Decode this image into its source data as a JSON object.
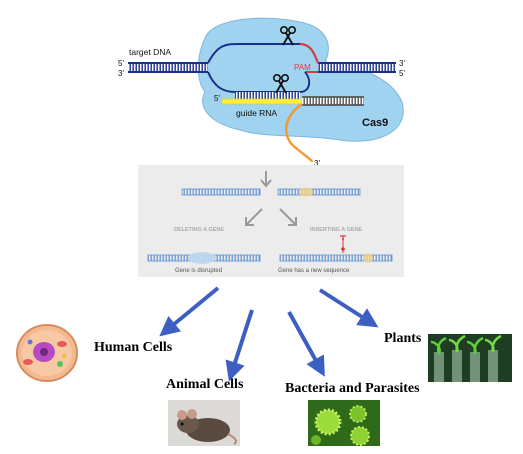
{
  "crispr": {
    "target_dna_label": "target DNA",
    "five_prime": "5'",
    "three_prime": "3'",
    "pam_label": "PAM",
    "guide_rna_label": "guide RNA",
    "cas9_label": "Cas9",
    "colors": {
      "cas9": "#9fd3f0",
      "dna": "#1b2f8a",
      "pam": "#e23a3a",
      "guide": "#ffef3a",
      "tail": "#f29a2e"
    }
  },
  "editing_panel": {
    "deleting_label": "DELETING A GENE",
    "inserting_label": "INSERTING A GENE",
    "disrupted_caption": "Gene is disrupted",
    "new_sequence_caption": "Gene has a new sequence"
  },
  "applications": [
    {
      "label": "Human Cells",
      "icon": "cell-icon"
    },
    {
      "label": "Animal Cells",
      "icon": "mouse-icon"
    },
    {
      "label": "Bacteria and Parasites",
      "icon": "bacteria-icon"
    },
    {
      "label": "Plants",
      "icon": "plant-icon"
    }
  ],
  "arrow_color": "#3d5fc4"
}
